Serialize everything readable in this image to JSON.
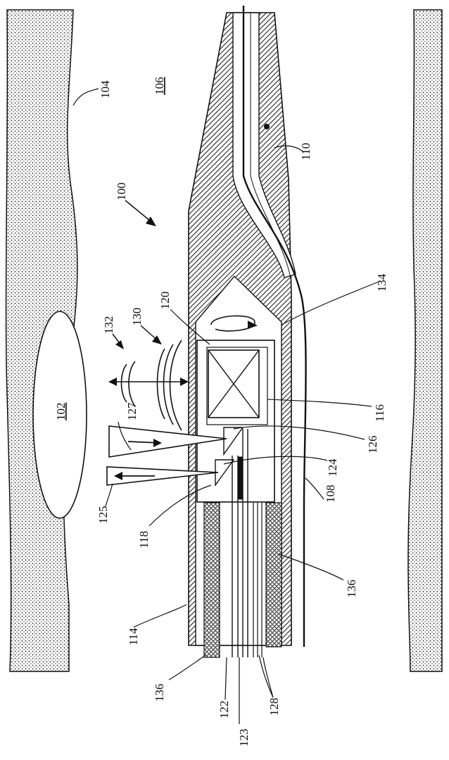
{
  "labels": {
    "l100": "100",
    "l102": "102",
    "l104": "104",
    "l106": "106",
    "l108": "108",
    "l110": "110",
    "l114": "114",
    "l116": "116",
    "l118": "118",
    "l120": "120",
    "l122": "122",
    "l123": "123",
    "l124": "124",
    "l125": "125",
    "l126": "126",
    "l127": "127",
    "l128": "128",
    "l130": "130",
    "l132": "132",
    "l134": "134",
    "l136a": "136",
    "l136b": "136"
  },
  "colors": {
    "ink": "#111111",
    "paper": "#ffffff"
  }
}
